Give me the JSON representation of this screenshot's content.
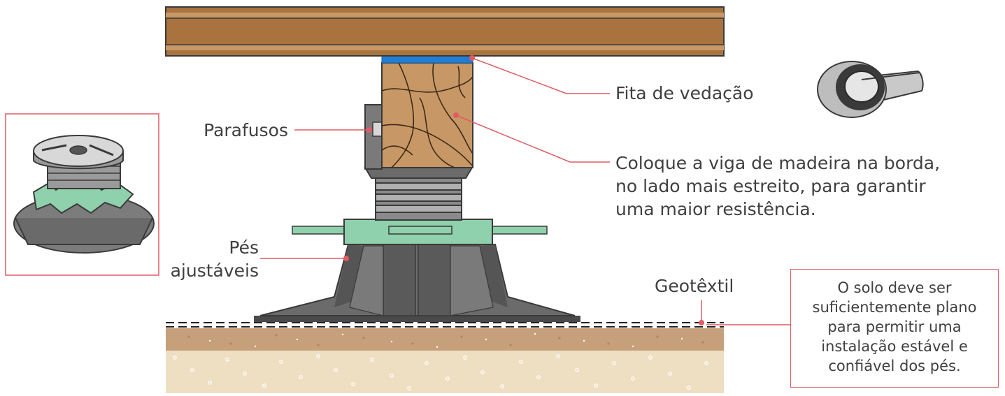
{
  "labels": {
    "fita": "Fita de vedação",
    "parafusos": "Parafusos",
    "coloque": [
      "Coloque a viga de madeira na borda,",
      "no lado mais estreito, para garantir",
      "uma maior resistência."
    ],
    "pes": [
      "Pés",
      "ajustáveis"
    ],
    "geotextil": "Geotêxtil",
    "solo": [
      "O solo deve ser",
      "suficientemente plano",
      "para permitir uma",
      "instalação estável e",
      "confiável dos pés."
    ]
  },
  "colors": {
    "leader": "#e05b63",
    "wood": "#a8733e",
    "wood_light": "#c79866",
    "seal_tape": "#1f7fd6",
    "pedestal_gray": "#6b6b6b",
    "pedestal_green": "#8fd0ad",
    "soil": "#c6a07a",
    "gravel": "#efdfc2"
  },
  "icons": [
    "tape-roll-icon",
    "pedestal-icon"
  ]
}
